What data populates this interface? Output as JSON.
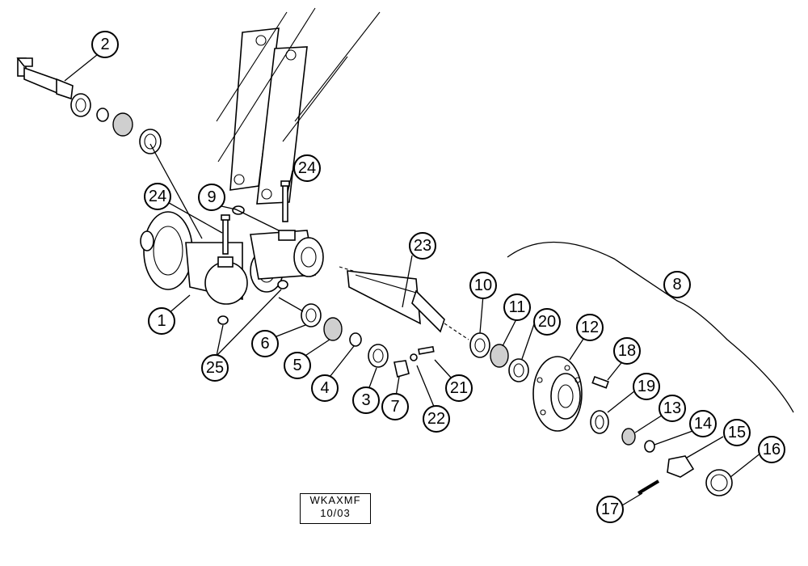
{
  "callouts": [
    {
      "n": "1"
    },
    {
      "n": "2"
    },
    {
      "n": "3"
    },
    {
      "n": "4"
    },
    {
      "n": "5"
    },
    {
      "n": "6"
    },
    {
      "n": "7"
    },
    {
      "n": "8"
    },
    {
      "n": "9"
    },
    {
      "n": "10"
    },
    {
      "n": "11"
    },
    {
      "n": "12"
    },
    {
      "n": "13"
    },
    {
      "n": "14"
    },
    {
      "n": "15"
    },
    {
      "n": "16"
    },
    {
      "n": "17"
    },
    {
      "n": "18"
    },
    {
      "n": "19"
    },
    {
      "n": "20"
    },
    {
      "n": "21"
    },
    {
      "n": "22"
    },
    {
      "n": "23"
    },
    {
      "n": "24"
    },
    {
      "n": "24"
    },
    {
      "n": "25"
    }
  ],
  "drawing_label": {
    "code": "WKAXMF",
    "date": "10/03"
  }
}
